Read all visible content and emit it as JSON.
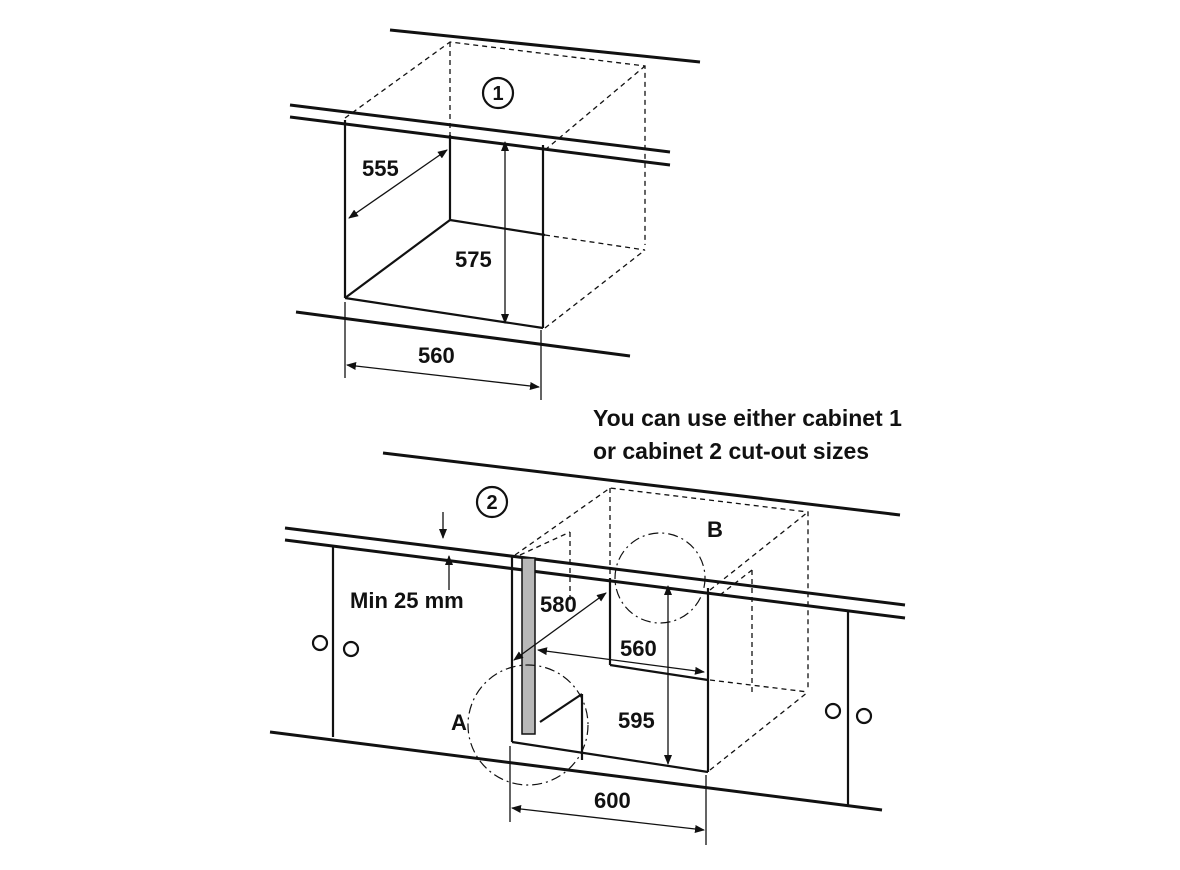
{
  "cabinet1": {
    "number": "1",
    "depth": "555",
    "height": "575",
    "width": "560"
  },
  "note": {
    "line1": "You can use either cabinet 1",
    "line2": "or cabinet 2 cut-out sizes"
  },
  "cabinet2": {
    "number": "2",
    "min_gap": "Min 25 mm",
    "depth": "580",
    "inner_width": "560",
    "height": "595",
    "outer_width": "600",
    "detail_a": "A",
    "detail_b": "B"
  },
  "colors": {
    "line": "#111111",
    "panel": "#b8b8b8"
  }
}
